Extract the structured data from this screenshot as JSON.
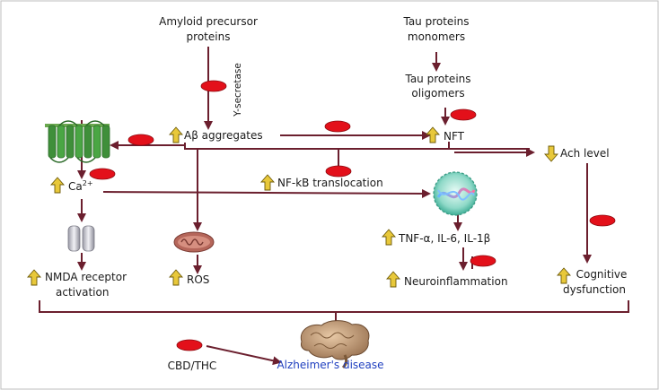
{
  "labels": {
    "app_line1": "Amyloid precursor",
    "app_line2": "proteins",
    "tau_mono_line1": "Tau proteins",
    "tau_mono_line2": "monomers",
    "tau_oligo_line1": "Tau proteins",
    "tau_oligo_line2": "oligomers",
    "gamma_secretase": "Y-secretase",
    "abeta": "Aβ aggregates",
    "nft": "NFT",
    "ach": "Ach level",
    "ca": "Ca",
    "ca_sup": "2+",
    "nfkb": "NF-kB translocation",
    "tnf": "TNF-α, IL-6, IL-1β",
    "nmda_line1": "NMDA receptor",
    "nmda_line2": "activation",
    "ros": "ROS",
    "neuroinflammation": "Neuroinflammation",
    "cognitive_line1": "Cognitive",
    "cognitive_line2": "dysfunction",
    "cbd_thc": "CBD/THC",
    "alzheimers": "Alzheimer's disease"
  },
  "icons": {
    "receptor": "gpcr-receptor-icon",
    "channel": "nmda-channel-icon",
    "mitochondrion": "mitochondrion-icon",
    "nucleus": "nucleus-dna-icon",
    "brain": "brain-icon",
    "inhibitor": "red-inhibitor-oval-icon",
    "increase": "up-arrow-icon",
    "decrease": "down-arrow-icon"
  },
  "colors": {
    "connector": "#6b1f2e",
    "inhibitor": "#e3101a",
    "indicator_arrow": "#e8c83a",
    "disease_label": "#1f3fbf"
  }
}
